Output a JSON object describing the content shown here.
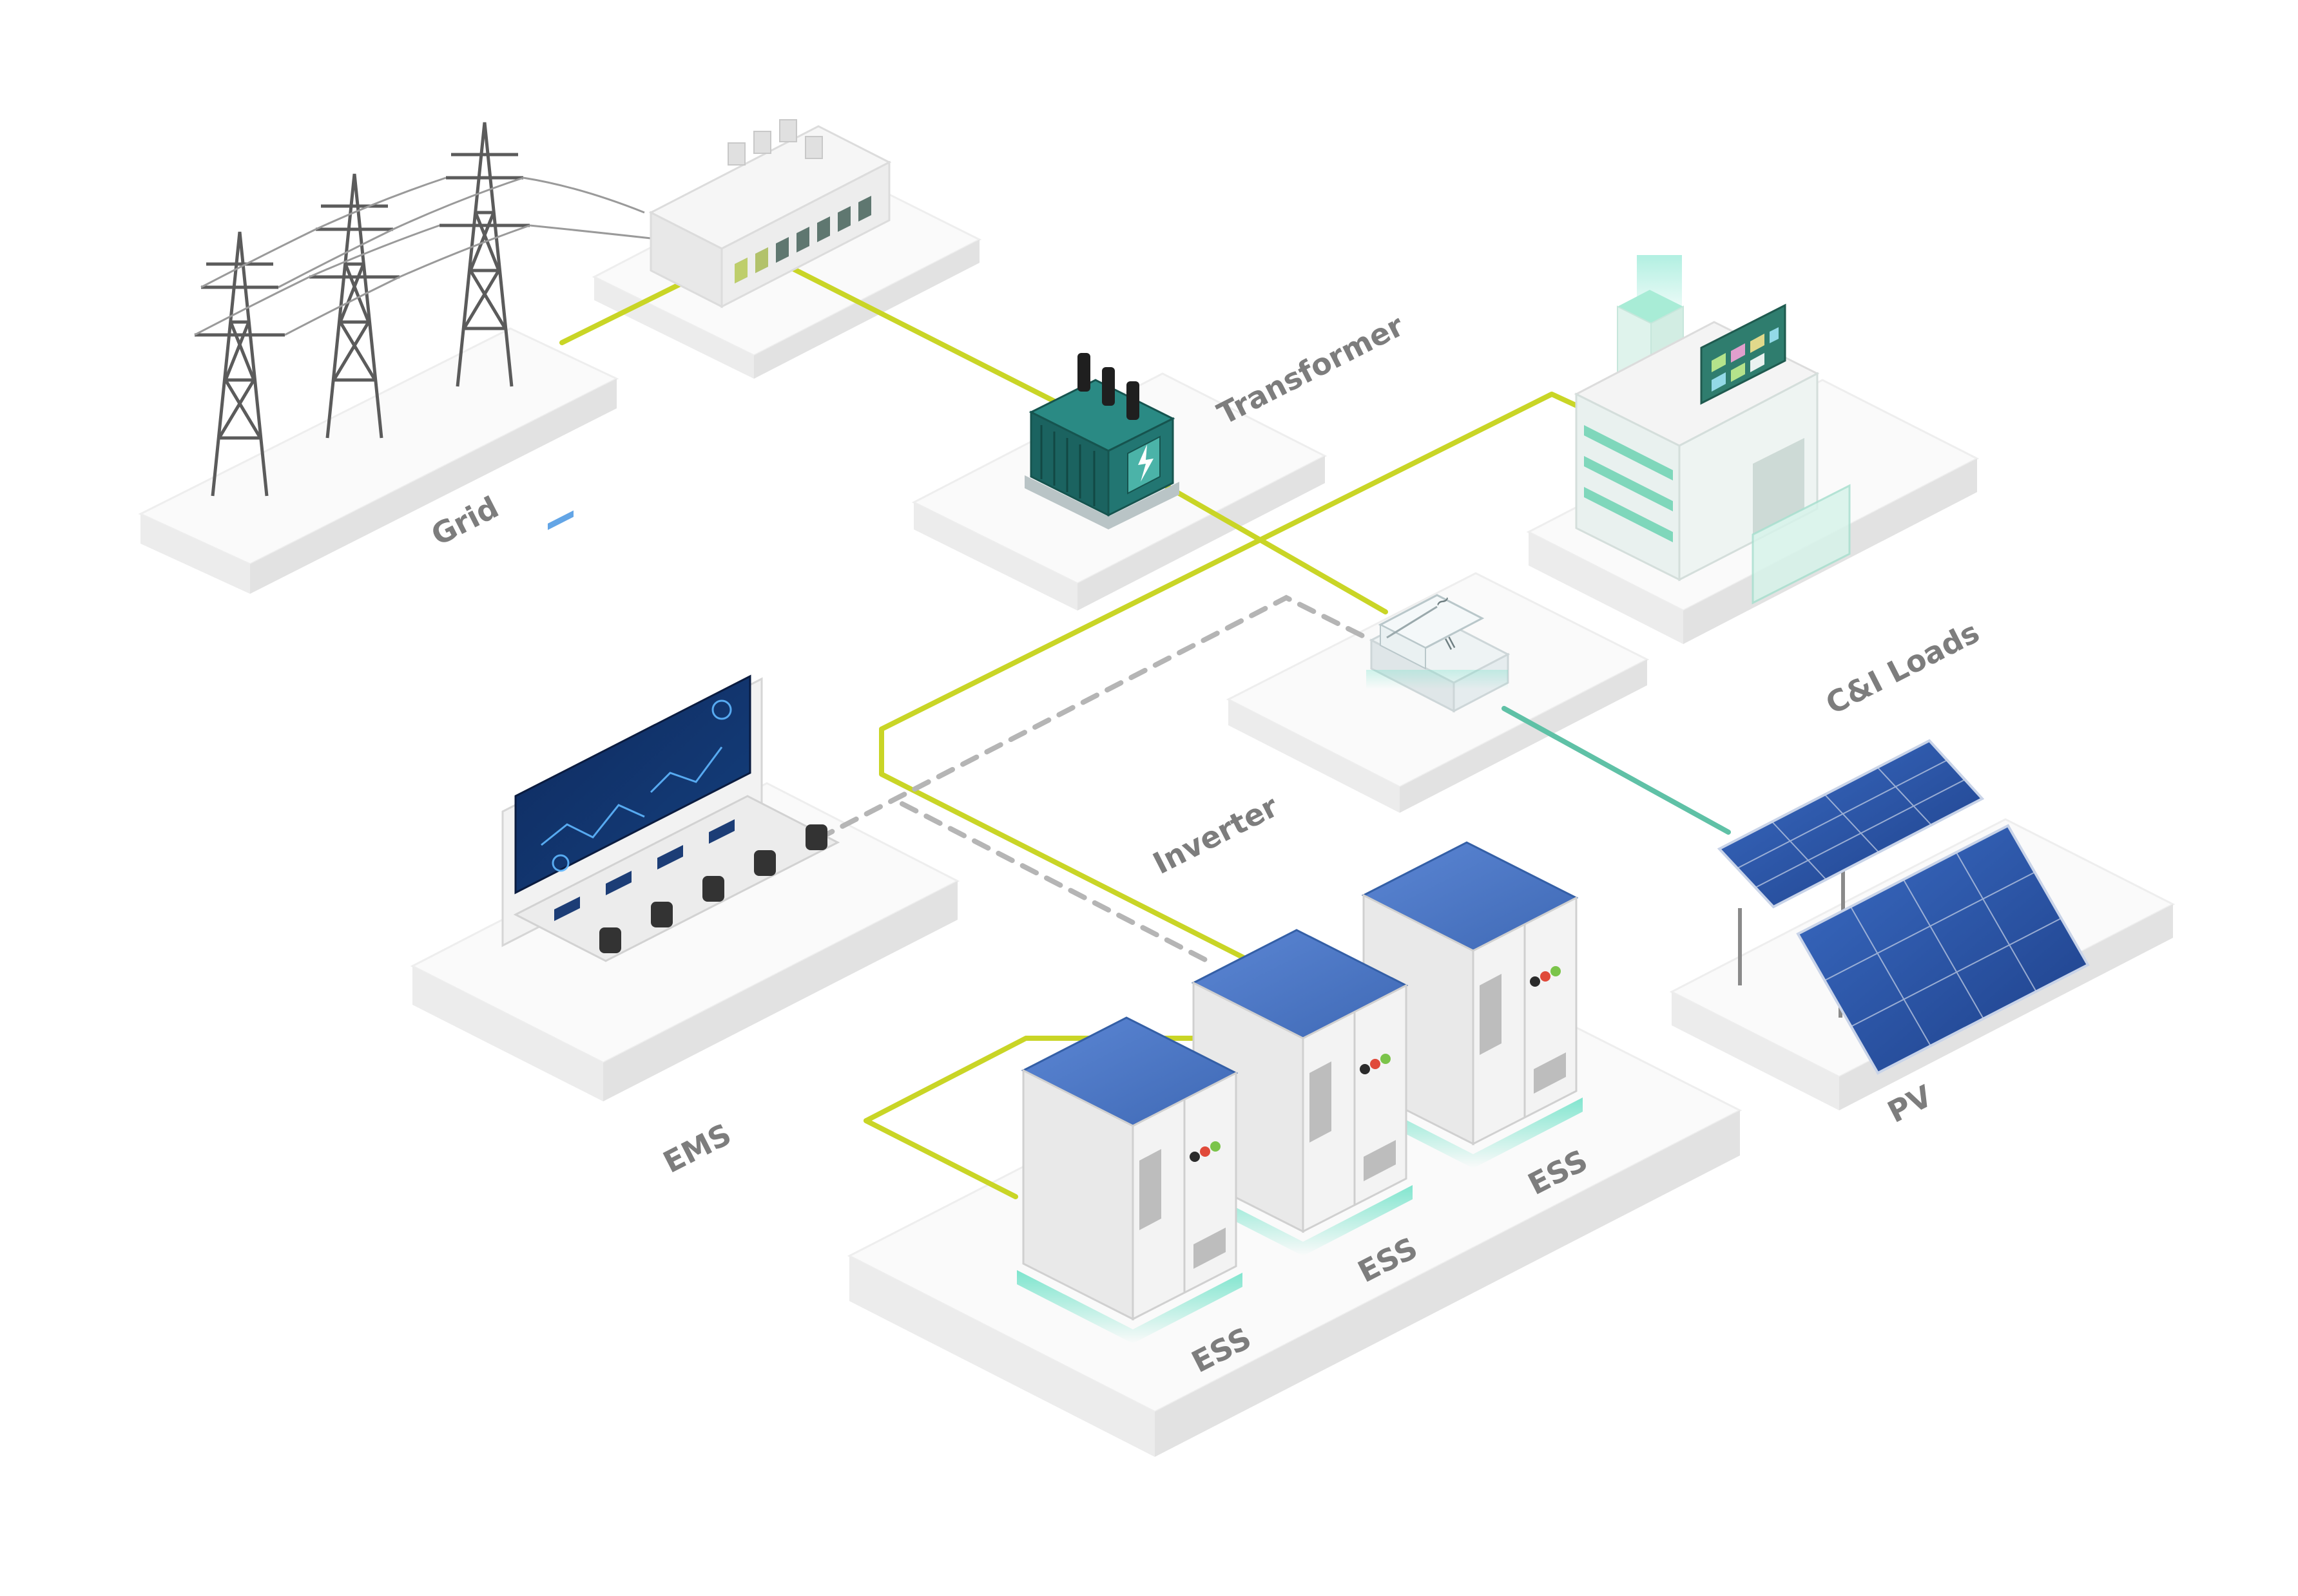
{
  "labels": {
    "grid": "Grid",
    "transformer": "Transformer",
    "cni_loads": "C&I Loads",
    "inverter": "Inverter",
    "ems": "EMS",
    "pv": "PV",
    "ess_1": "ESS",
    "ess_2": "ESS",
    "ess_3": "ESS"
  },
  "inverter_symbols": {
    "ac": "~",
    "dc": "="
  },
  "colors": {
    "power_line": "#c9d526",
    "pv_line": "#5fc1a6",
    "comm_line": "#b5b5b5",
    "platform_top": "#fafafa",
    "platform_side": "#e6e6e6",
    "cabinet_top": "#4a76c4",
    "cabinet_body": "#f1f1f1",
    "transformer": "#1e6f6b",
    "building_accent": "#8fe0c8",
    "solar_panel": "#2a55a8",
    "label": "#7d7d7d",
    "glow": "#6fe2c8"
  }
}
